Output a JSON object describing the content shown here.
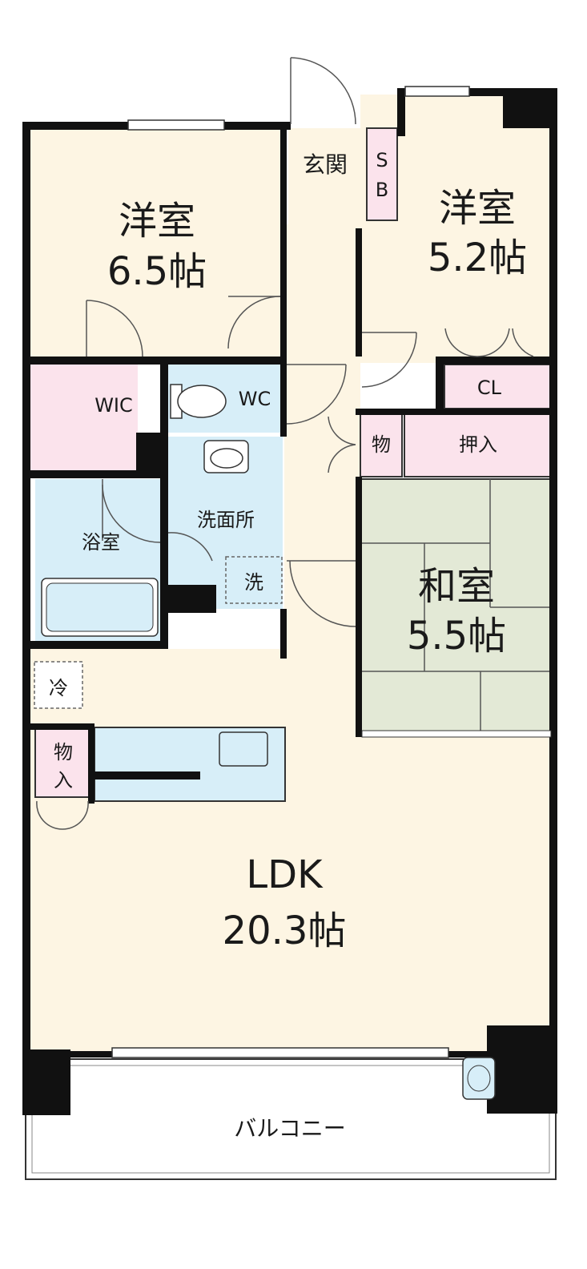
{
  "rooms": {
    "western_1": {
      "name": "洋室",
      "size": "6.5帖"
    },
    "western_2": {
      "name": "洋室",
      "size": "5.2帖"
    },
    "japanese": {
      "name": "和室",
      "size": "5.5帖"
    },
    "ldk": {
      "name": "LDK",
      "size": "20.3帖"
    },
    "entrance": "玄関",
    "shoe_box": [
      "S",
      "B"
    ],
    "wic": "WIC",
    "wc": "WC",
    "closet": "CL",
    "oshiire": "押入",
    "storage_small": "物",
    "bathroom": "浴室",
    "washroom": "洗面所",
    "washer": "洗",
    "fridge": "冷",
    "storage_ldk": [
      "物",
      "入"
    ],
    "balcony": "バルコニー"
  },
  "colors": {
    "floor": "#fdf5e3",
    "wet_area": "#d7eef8",
    "storage": "#fbe3ec",
    "tatami": "#e3e9d6",
    "wall": "#111111"
  }
}
